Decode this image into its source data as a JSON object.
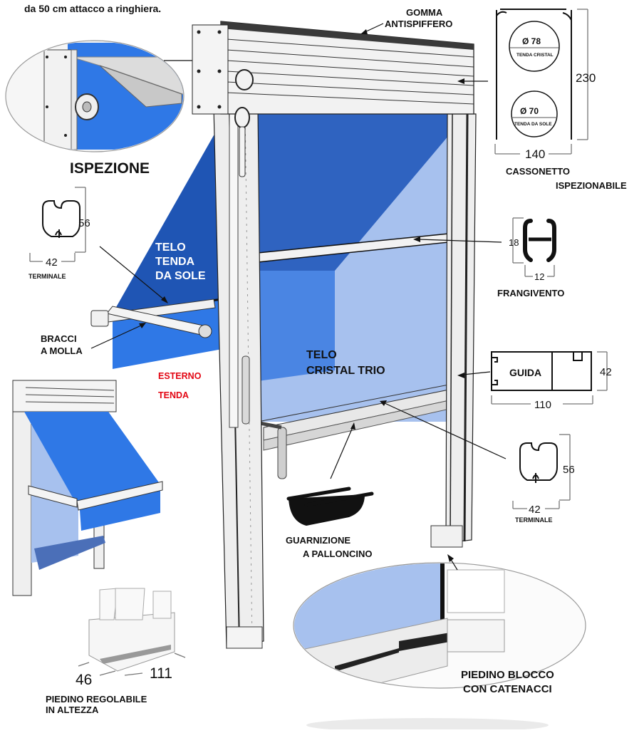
{
  "header": {
    "note": "da 50 cm attacco a ringhiera."
  },
  "colors": {
    "sun_awning_blue": "#1f55b4",
    "sun_awning_bright": "#2f78e6",
    "crystal_blue": "#a7c1ee",
    "frame_grey": "#eeeeee",
    "label_red": "#e30613",
    "label_black": "#111111"
  },
  "callouts": {
    "ispezione": "ISPEZIONE",
    "gomma_line1": "GOMMA",
    "gomma_line2": "ANTISPIFFERO",
    "telo_sole_line1": "TELO",
    "telo_sole_line2": "TENDA",
    "telo_sole_line3": "DA SOLE",
    "bracci_line1": "BRACCI",
    "bracci_line2": "A MOLLA",
    "esterno": "ESTERNO",
    "tenda": "TENDA",
    "telo_cristal_line1": "TELO",
    "telo_cristal_line2": "CRISTAL TRIO",
    "guarnizione_line1": "GUARNIZIONE",
    "guarnizione_line2": "A PALLONCINO",
    "piedino_blocco_line1": "PIEDINO BLOCCO",
    "piedino_blocco_line2": "CON CATENACCI",
    "piedino_reg_line1": "PIEDINO REGOLABILE",
    "piedino_reg_line2": "IN ALTEZZA"
  },
  "profiles": {
    "cassonetto": {
      "title_line1": "CASSONETTO",
      "title_line2": "ISPEZIONABILE",
      "height": "230",
      "width": "140",
      "roll_top_diameter": "Ø 78",
      "roll_top_label": "TENDA CRISTAL",
      "roll_bottom_diameter": "Ø 70",
      "roll_bottom_label": "TENDA DA SOLE"
    },
    "terminale_left": {
      "title": "TERMINALE",
      "height": "56",
      "width": "42"
    },
    "terminale_right": {
      "title": "TERMINALE",
      "height": "56",
      "width": "42"
    },
    "frangivento": {
      "title": "FRANGIVENTO",
      "height": "18",
      "width": "12"
    },
    "guida": {
      "title": "GUIDA",
      "height": "42",
      "width": "110"
    },
    "piedino_regolabile": {
      "depth": "46",
      "width": "111"
    }
  }
}
